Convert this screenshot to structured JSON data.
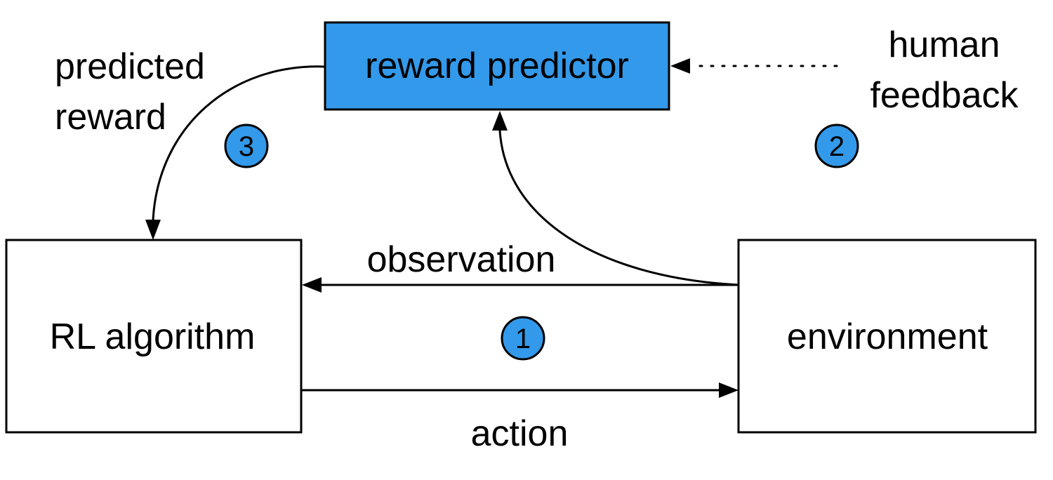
{
  "colors": {
    "highlight_fill": "#3399ea",
    "step_badge_fill": "#3399ea",
    "stroke": "#000000",
    "box_fill": "#ffffff"
  },
  "nodes": {
    "reward_predictor": "reward predictor",
    "rl_algorithm": "RL algorithm",
    "environment": "environment"
  },
  "edges": {
    "predicted_reward": [
      "predicted",
      "reward"
    ],
    "human_feedback": [
      "human",
      "feedback"
    ],
    "observation": "observation",
    "action": "action"
  },
  "steps": [
    "1",
    "2",
    "3"
  ]
}
